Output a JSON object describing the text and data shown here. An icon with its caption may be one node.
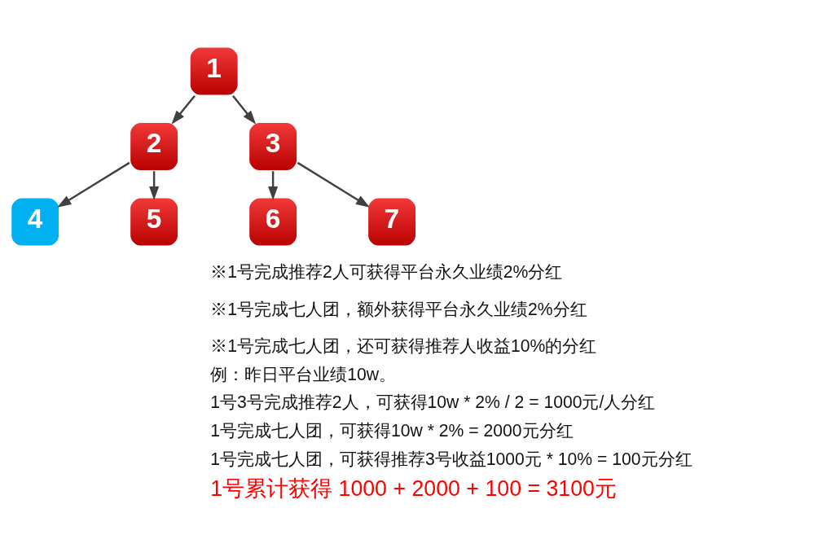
{
  "diagram": {
    "nodes": [
      {
        "text": [
          "1"
        ]
      },
      {
        "text": [
          "2"
        ]
      },
      {
        "text": [
          "3"
        ]
      },
      {
        "text": [
          "4"
        ]
      },
      {
        "text": [
          "5"
        ]
      },
      {
        "text": [
          "6"
        ]
      },
      {
        "text": [
          "7"
        ]
      }
    ],
    "edges": [
      {
        "from": 0,
        "to": 1,
        "arrow": "to"
      },
      {
        "from": 0,
        "to": 2,
        "arrow": "to"
      },
      {
        "from": 1,
        "to": 3,
        "arrow": "to"
      },
      {
        "from": 1,
        "to": 4,
        "arrow": "to"
      },
      {
        "from": 2,
        "to": 5,
        "arrow": "to"
      },
      {
        "from": 2,
        "to": 6,
        "arrow": "to"
      }
    ],
    "labels": [
      "※1号完成推荐2人可获得平台永久业绩2%分红",
      "※1号完成七人团，额外获得平台永久业绩2%分红",
      "※1号完成七人团，还可获得推荐人收益10%的分红",
      "例：昨日平台业绩10w。",
      "1号3号完成推荐2人，可获得10w * 2% / 2 = 1000元/人分红",
      "1号完成七人团，可获得10w * 2% = 2000元分红",
      "1号完成七人团，可获得推荐3号收益1000元 * 10% = 100元分红",
      "1号累计获得 1000 + 2000 + 100 = 3100元"
    ]
  }
}
